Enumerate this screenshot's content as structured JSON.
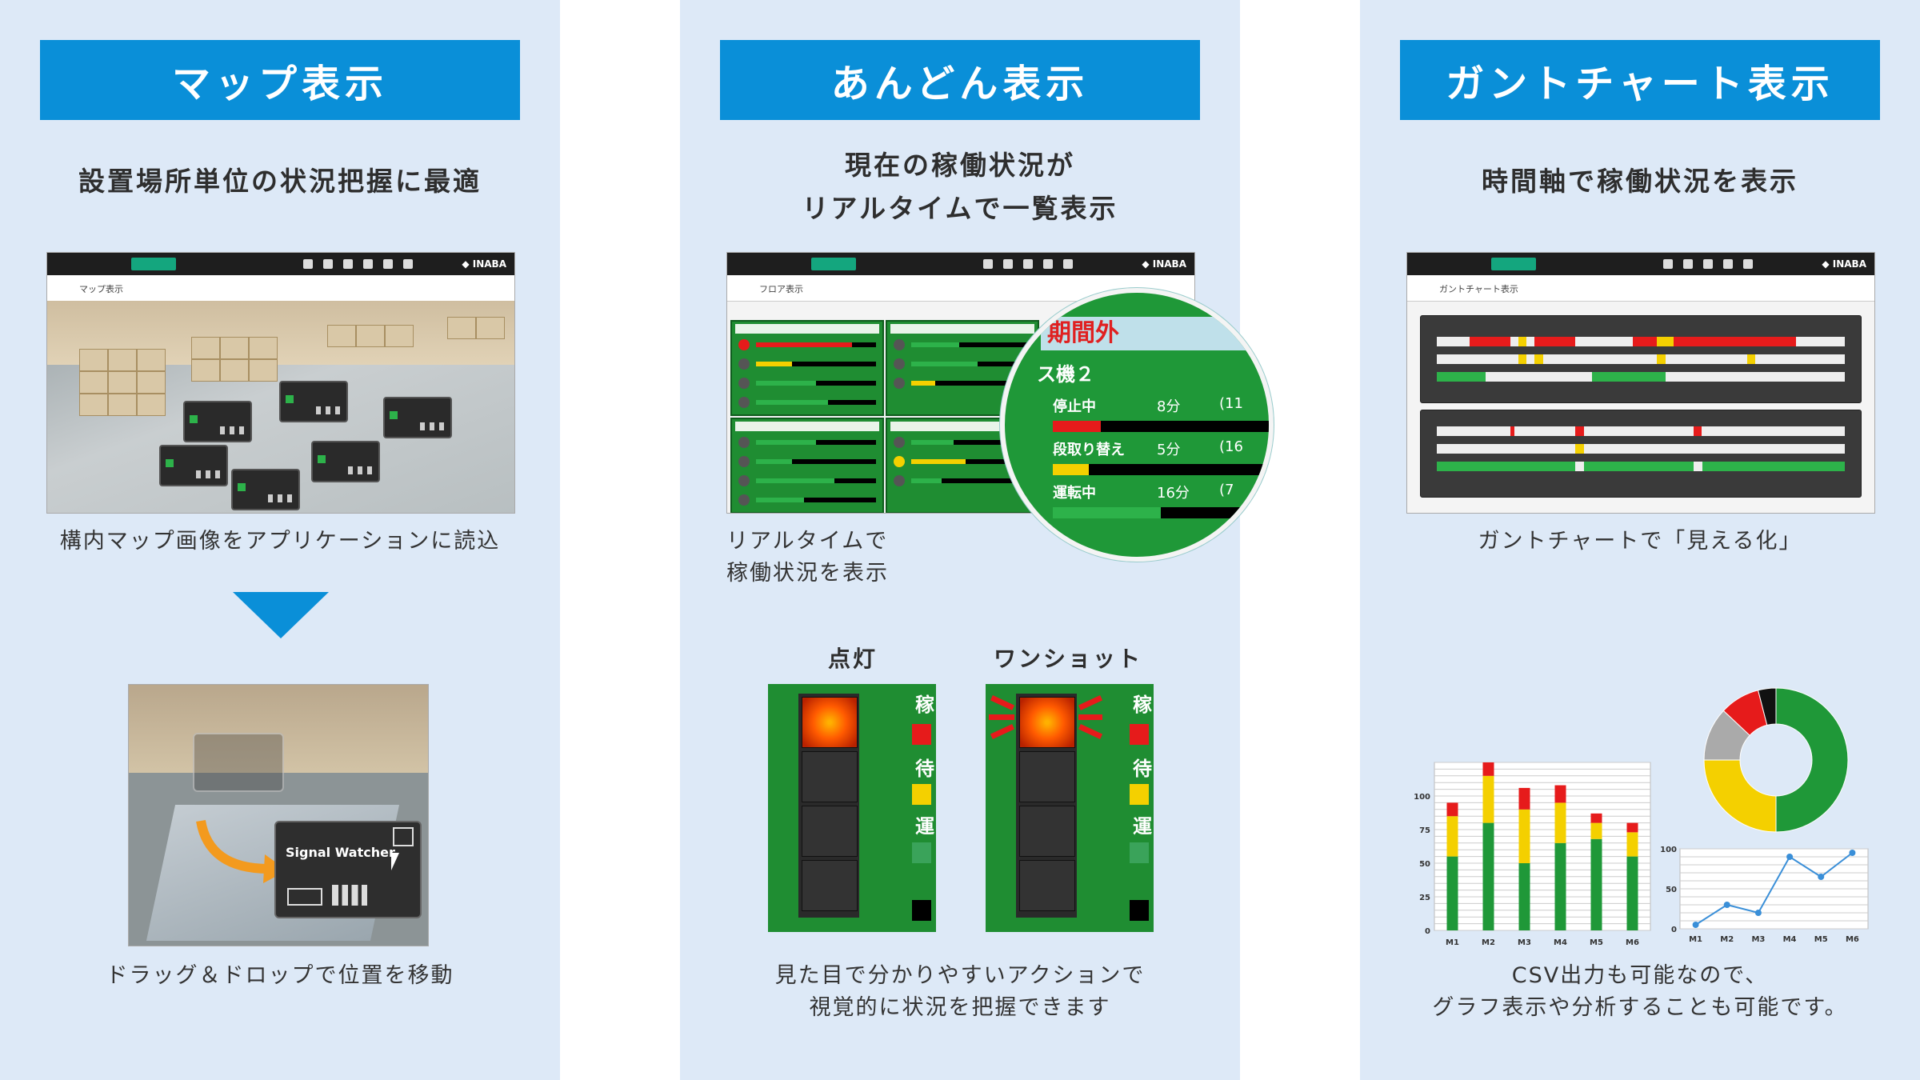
{
  "columns": [
    {
      "title": "マップ表示",
      "subtitle": "設置場所単位の状況把握に最適",
      "screen_label": "マップ表示",
      "caption_1": "構内マップ画像をアプリケーションに読込",
      "watcher_label": "Signal Watcher",
      "caption_2": "ドラッグ＆ドロップで位置を移動"
    },
    {
      "title": "あんどん表示",
      "subtitle_line1": "現在の稼働状況が",
      "subtitle_line2": "リアルタイムで一覧表示",
      "screen_label": "フロア表示",
      "caption_1_line1": "リアルタイムで",
      "caption_1_line2": "稼働状況を表示",
      "zoom": {
        "title": "期間外",
        "machine": "ス機２",
        "rows": [
          {
            "label": "停止中",
            "value": "8分",
            "extra": "(11",
            "fill": 0.2,
            "color": "#e61b1b"
          },
          {
            "label": "段取り替え",
            "value": "5分",
            "extra": "(16",
            "fill": 0.15,
            "color": "#f4d000"
          },
          {
            "label": "運転中",
            "value": "16分",
            "extra": "(7",
            "fill": 0.45,
            "color": "#2db24a"
          }
        ]
      },
      "demo_1": "点灯",
      "demo_2": "ワンショット",
      "caption_2_line1": "見た目で分かりやすいアクションで",
      "caption_2_line2": "視覚的に状況を把握できます"
    },
    {
      "title": "ガントチャート表示",
      "subtitle": "時間軸で稼働状況を表示",
      "screen_label": "ガントチャート表示",
      "caption_1": "ガントチャートで「見える化」",
      "caption_2_line1": "CSV出力も可能なので、",
      "caption_2_line2": "グラフ表示や分析することも可能です。"
    }
  ],
  "chart_data": [
    {
      "type": "bar",
      "stacked": true,
      "categories": [
        "M1",
        "M2",
        "M3",
        "M4",
        "M5",
        "M6"
      ],
      "ylim": [
        0,
        125
      ],
      "yticks": [
        0,
        25,
        50,
        75,
        100
      ],
      "series": [
        {
          "color": "#1f9838",
          "values": [
            55,
            80,
            50,
            65,
            68,
            55
          ]
        },
        {
          "color": "#f4d000",
          "values": [
            30,
            35,
            40,
            30,
            12,
            18
          ]
        },
        {
          "color": "#e61b1b",
          "values": [
            10,
            10,
            16,
            13,
            7,
            7
          ]
        }
      ]
    },
    {
      "type": "pie",
      "donut": true,
      "slices": [
        {
          "value": 50,
          "color": "#1f9838"
        },
        {
          "value": 25,
          "color": "#f4d000"
        },
        {
          "value": 12,
          "color": "#aaaaaa"
        },
        {
          "value": 9,
          "color": "#e61b1b"
        },
        {
          "value": 4,
          "color": "#111111"
        }
      ]
    },
    {
      "type": "line",
      "categories": [
        "M1",
        "M2",
        "M3",
        "M4",
        "M5",
        "M6"
      ],
      "ylim": [
        0,
        100
      ],
      "yticks": [
        0,
        50,
        100
      ],
      "values": [
        5,
        30,
        20,
        90,
        65,
        95
      ],
      "color": "#3a8fd8"
    }
  ]
}
